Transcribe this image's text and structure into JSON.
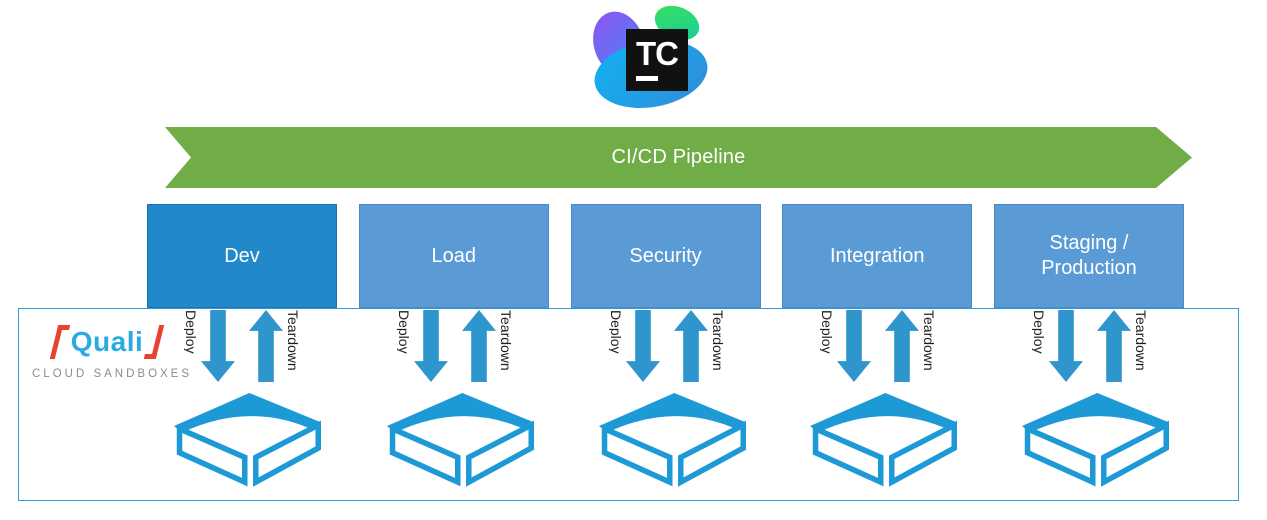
{
  "teamcity_logo": {
    "text": "TC"
  },
  "pipeline_banner": {
    "label": "CI/CD Pipeline"
  },
  "stages": [
    {
      "label": "Dev"
    },
    {
      "label": "Load"
    },
    {
      "label": "Security"
    },
    {
      "label": "Integration"
    },
    {
      "label": "Staging / Production"
    }
  ],
  "sandbox_section": {
    "quali_logo": {
      "brand": "Quali",
      "tagline": "CLOUD SANDBOXES"
    },
    "deploy_label": "Deploy",
    "teardown_label": "Teardown"
  },
  "colors": {
    "pipeline_green": "#70ad47",
    "stage_active_blue": "#2189c9",
    "stage_blue": "#5b9bd5",
    "arrow_blue": "#2e96cc",
    "icon_blue": "#1d9ad6",
    "container_border_blue": "#2e9bd5",
    "quali_red": "#e8432d",
    "quali_blue": "#29abe2"
  }
}
